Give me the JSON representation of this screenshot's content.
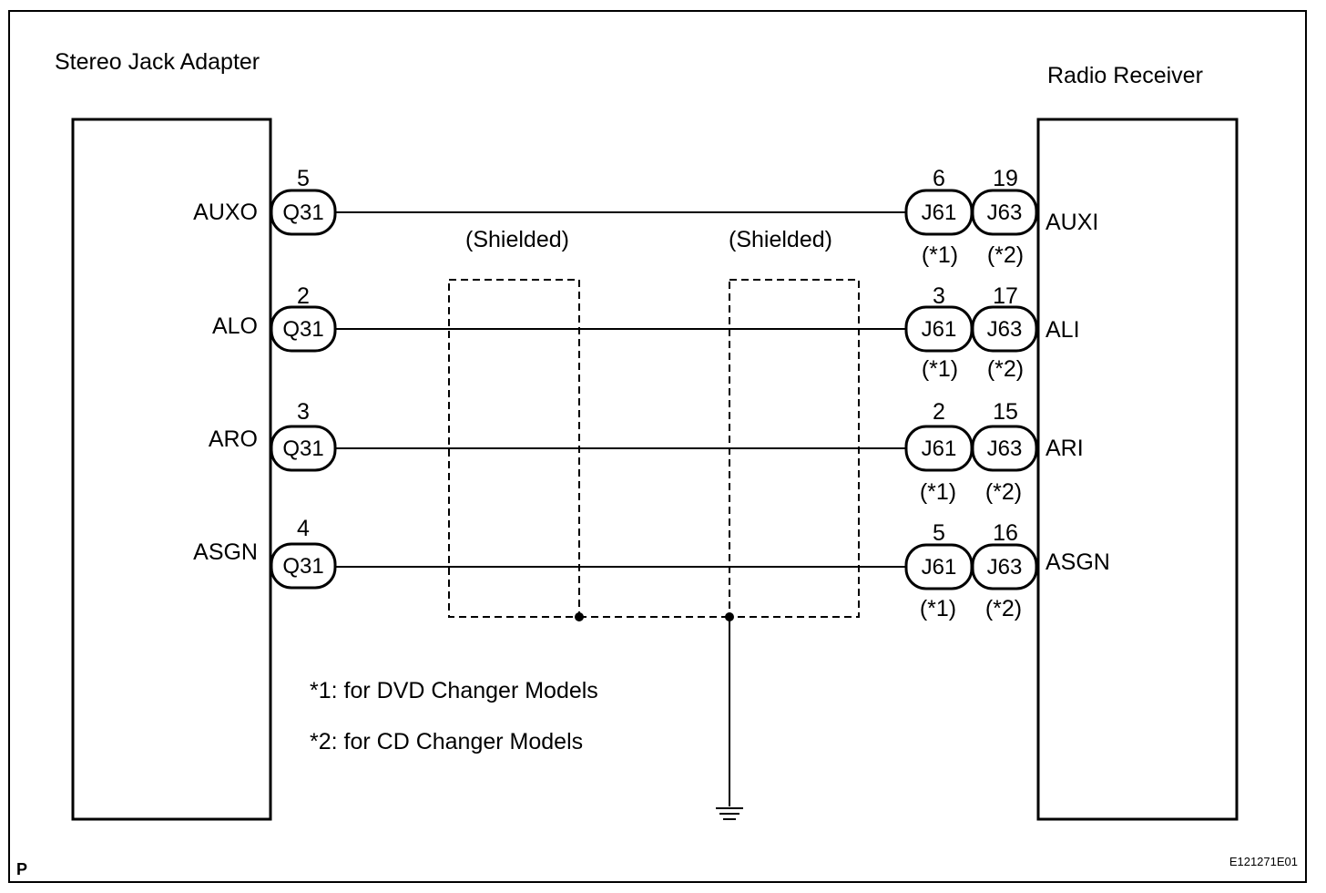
{
  "left_component": {
    "title": "Stereo Jack Adapter"
  },
  "right_component": {
    "title": "Radio Receiver"
  },
  "shield_labels": [
    "(Shielded)",
    "(Shielded)"
  ],
  "circuits": [
    {
      "left_signal": "AUXO",
      "left_connector": "Q31",
      "left_pin": "5",
      "right_signal": "AUXI",
      "j61_pin": "6",
      "j63_pin": "19",
      "j61_label": "J61",
      "j63_label": "J63",
      "j61_note": "(*1)",
      "j63_note": "(*2)"
    },
    {
      "left_signal": "ALO",
      "left_connector": "Q31",
      "left_pin": "2",
      "right_signal": "ALI",
      "j61_pin": "3",
      "j63_pin": "17",
      "j61_label": "J61",
      "j63_label": "J63",
      "j61_note": "(*1)",
      "j63_note": "(*2)"
    },
    {
      "left_signal": "ARO",
      "left_connector": "Q31",
      "left_pin": "3",
      "right_signal": "ARI",
      "j61_pin": "2",
      "j63_pin": "15",
      "j61_label": "J61",
      "j63_label": "J63",
      "j61_note": "(*1)",
      "j63_note": "(*2)"
    },
    {
      "left_signal": "ASGN",
      "left_connector": "Q31",
      "left_pin": "4",
      "right_signal": "ASGN",
      "j61_pin": "5",
      "j63_pin": "16",
      "j61_label": "J61",
      "j63_label": "J63",
      "j61_note": "(*1)",
      "j63_note": "(*2)"
    }
  ],
  "notes": [
    "*1: for DVD Changer Models",
    "*2: for CD Changer Models"
  ],
  "corner_mark": "P",
  "figure_code": "E121271E01"
}
